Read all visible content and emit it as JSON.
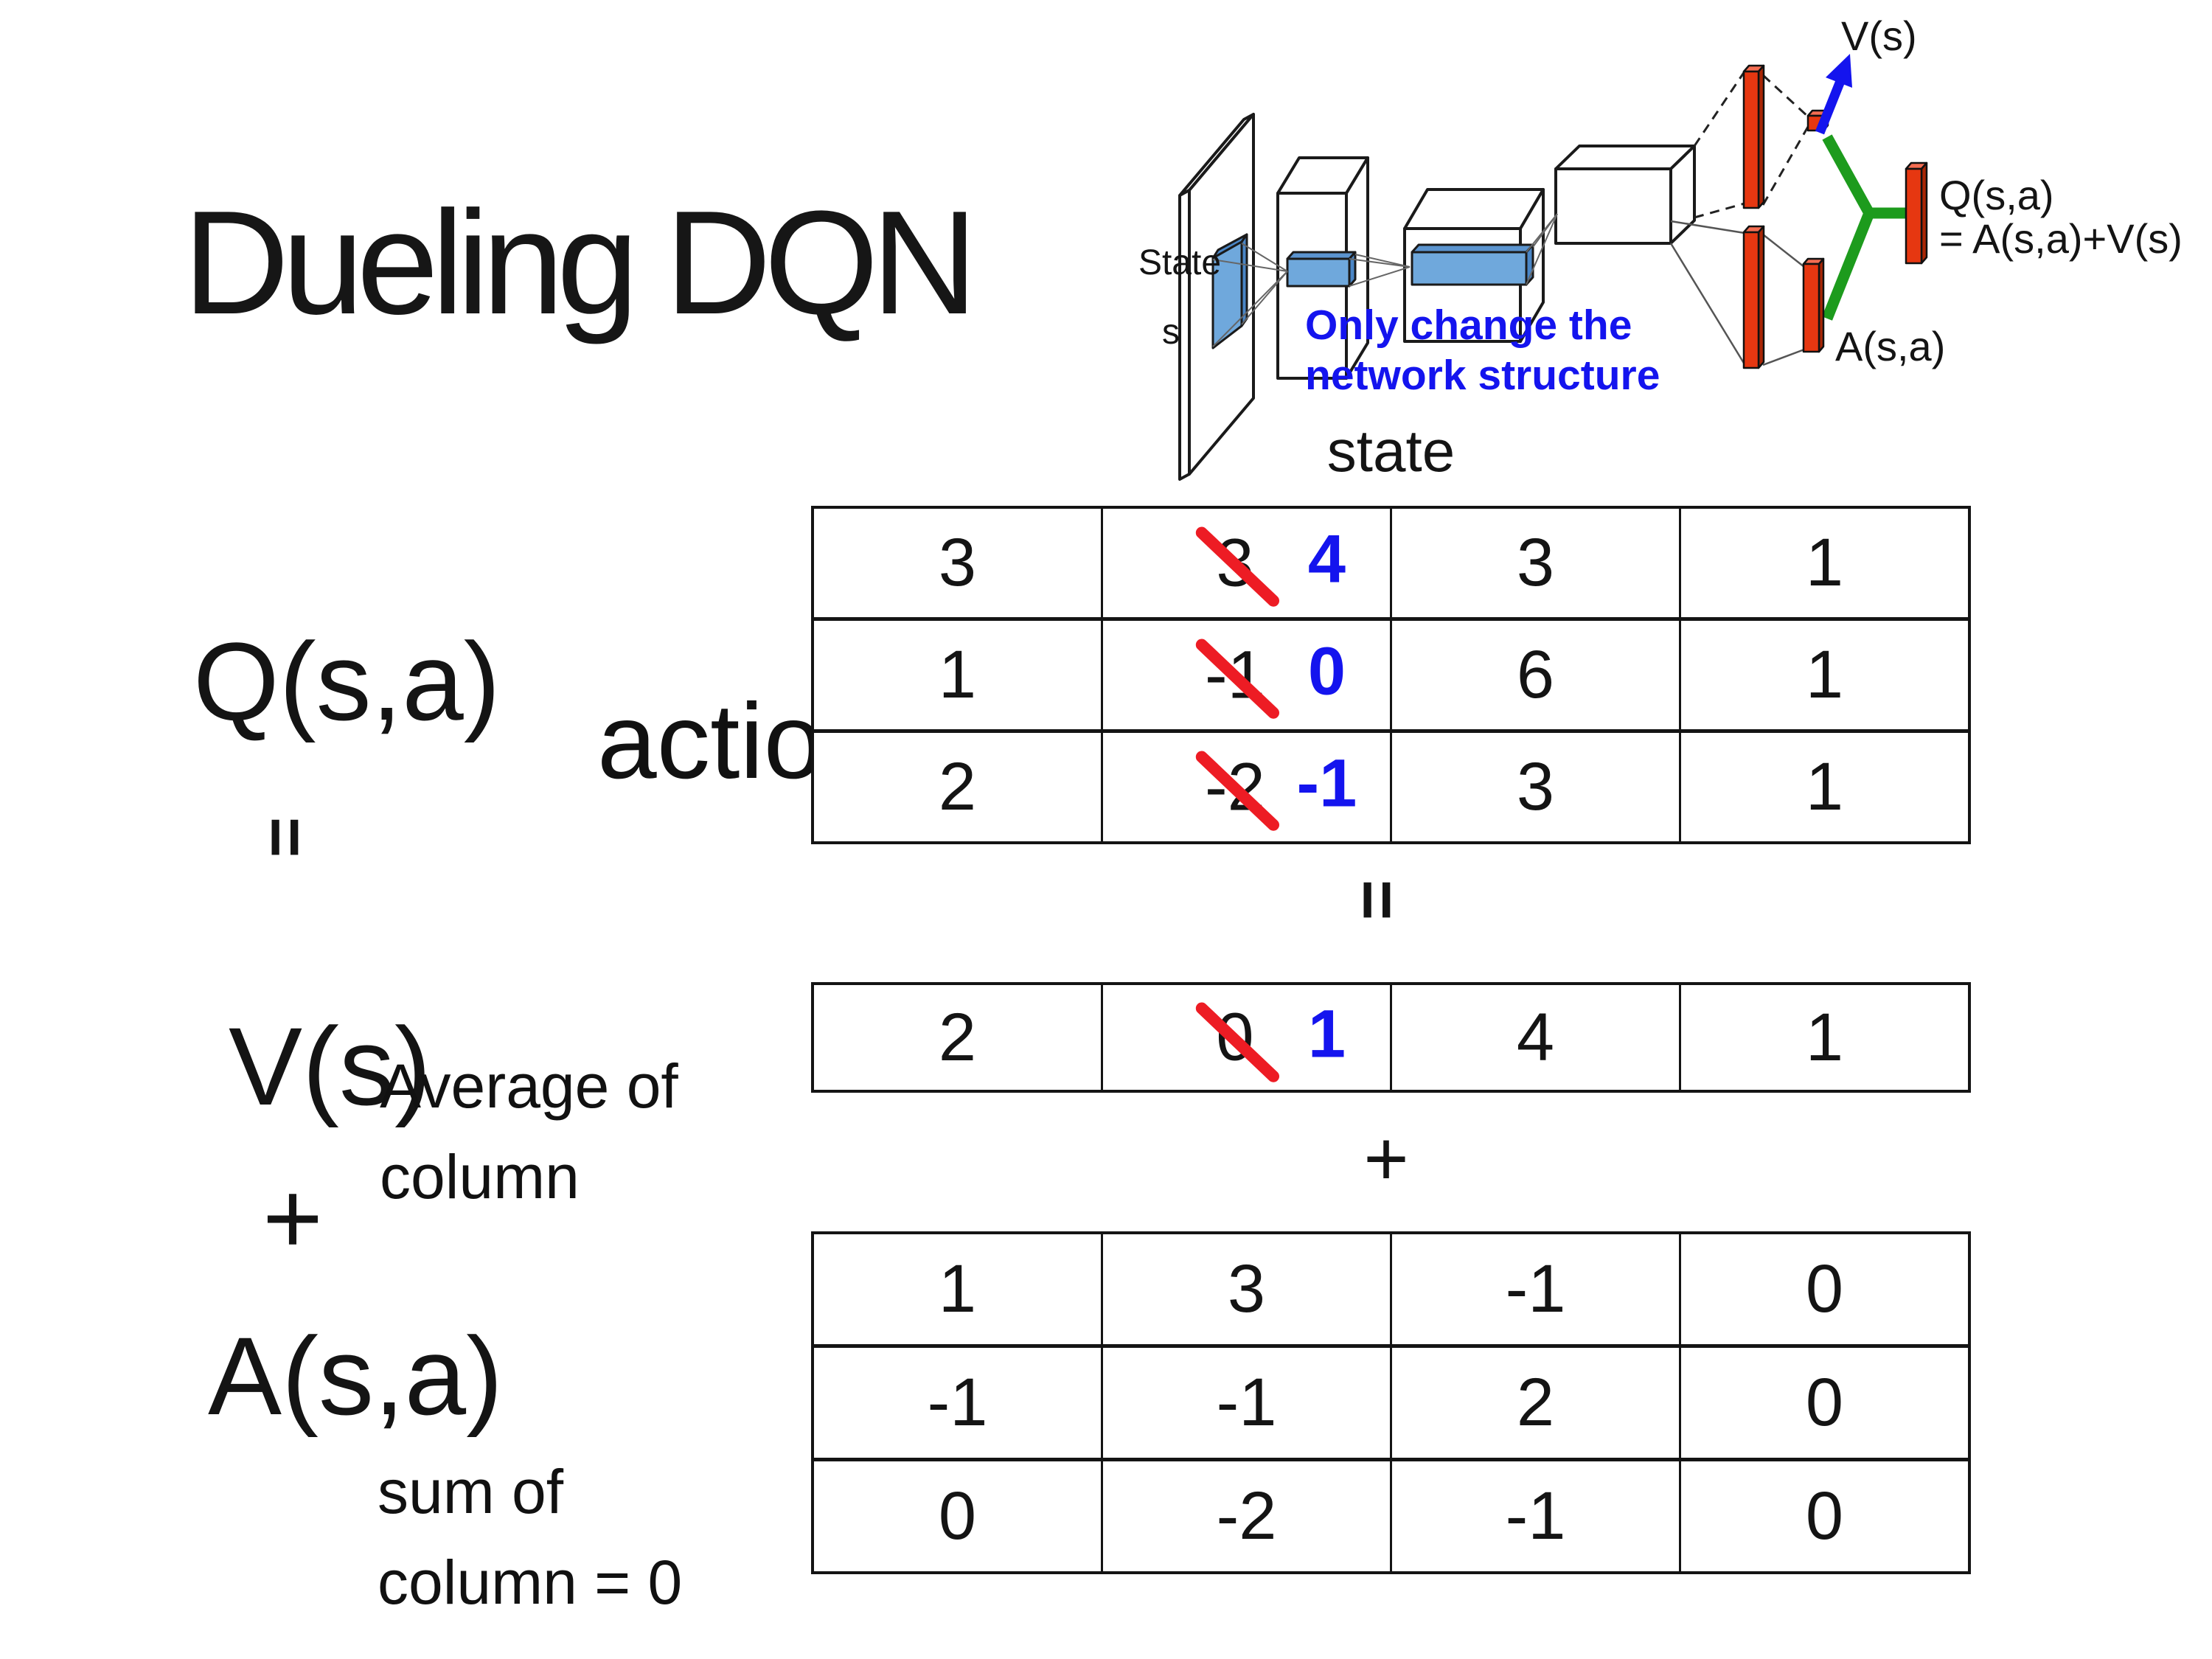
{
  "title": "Dueling DQN",
  "colors": {
    "accent_blue": "#1414ee",
    "slash_red": "#ed1c24",
    "bar_red": "#e63711",
    "green": "#1d9b1d",
    "filter_blue": "#6fa8dc"
  },
  "diagram": {
    "state_line1": "State",
    "state_line2": "s",
    "note_line1": "Only change the",
    "note_line2": "network structure",
    "v_out_label": "V(s)",
    "q_out_label_line1": "Q(s,a)",
    "q_out_label_line2": "= A(s,a)+V(s)",
    "a_out_label": "A(s,a)"
  },
  "matrix_section": {
    "state_header": "state",
    "q_label": "Q(s,a)",
    "action_label": "action",
    "equals_symbol": "=",
    "plus_symbol": "+",
    "v_label": "V(s)",
    "v_note_line1": "Average of",
    "v_note_line2": "column",
    "a_label": "A(s,a)",
    "a_note_line1": "sum of",
    "a_note_line2": "column = 0",
    "q_table_rows": [
      [
        {
          "t": "3"
        },
        {
          "t": "3",
          "strike": true,
          "new": "4"
        },
        {
          "t": "3"
        },
        {
          "t": "1"
        }
      ],
      [
        {
          "t": "1"
        },
        {
          "t": "-1",
          "strike": true,
          "new": "0"
        },
        {
          "t": "6"
        },
        {
          "t": "1"
        }
      ],
      [
        {
          "t": "2"
        },
        {
          "t": "-2",
          "strike": true,
          "new": "-1"
        },
        {
          "t": "3"
        },
        {
          "t": "1"
        }
      ]
    ],
    "v_table_rows": [
      [
        {
          "t": "2"
        },
        {
          "t": "0",
          "strike": true,
          "new": "1"
        },
        {
          "t": "4"
        },
        {
          "t": "1"
        }
      ]
    ],
    "a_table_rows": [
      [
        {
          "t": "1"
        },
        {
          "t": "3"
        },
        {
          "t": "-1"
        },
        {
          "t": "0"
        }
      ],
      [
        {
          "t": "-1"
        },
        {
          "t": "-1"
        },
        {
          "t": "2"
        },
        {
          "t": "0"
        }
      ],
      [
        {
          "t": "0"
        },
        {
          "t": "-2"
        },
        {
          "t": "-1"
        },
        {
          "t": "0"
        }
      ]
    ]
  }
}
